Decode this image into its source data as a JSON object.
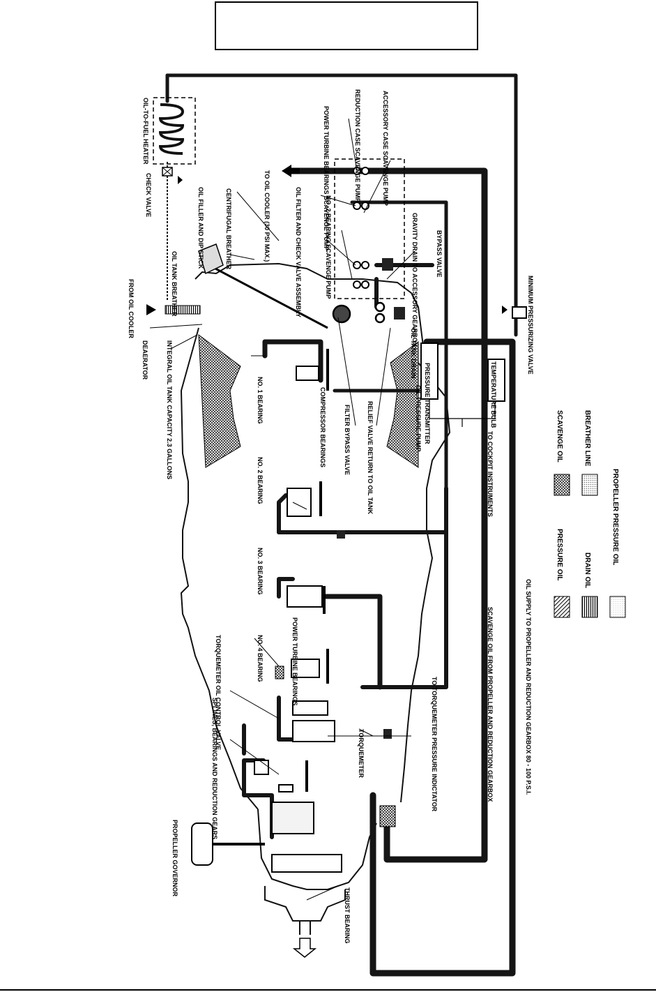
{
  "labels": {
    "oil_to_fuel_heater": "OIL-TO-FUEL HEATER",
    "check_valve": "CHECK VALVE",
    "from_oil_cooler": "FROM OIL COOLER",
    "oil_tank_breather": "OIL TANK BREATHER",
    "oil_filler": "OIL FILLER AND DIP STICK",
    "centrifugal_breather": "CENTRIFUGAL BREATHER",
    "deaerator": "DEAERATOR",
    "integral_oil_tank": "INTEGRAL OIL TANK CAPACITY 2.3 GALLONS",
    "to_oil_cooler": "TO OIL COOLER (30 PSI MAX.)",
    "power_turbine_scavenge": "POWER TURBINE BEARINGS SCAVENGE PUMP",
    "reduction_case_scavenge": "REDUCTION CASE SCAVENGE PUMP",
    "accessory_case_scavenge": "ACCESSORY CASE SCAVENGE PUMP",
    "oil_filter_check": "OIL FILTER AND CHECK VALVE ASSEMBLY",
    "no2_scavenge": "NO. 2 BEARING SCAVENGE PUMP",
    "gravity_drain": "GRAVITY DRAIN TO ACCESSORY GEARBOX",
    "bypass_valve": "BYPASS VALVE",
    "oil_tank_drain": "OIL TANK DRAIN",
    "minimum_pressurizing_valve": "MINIMUM PRESSURIZING VALVE",
    "no1_bearing": "NO. 1 BEARING",
    "compressor_bearings": "COMPRESSOR BEARINGS",
    "filter_bypass_valve": "FILTER BYPASS VALVE",
    "relief_valve_return": "RELIEF VALVE RETURN TO OIL TANK",
    "oil_pressure_pump": "OIL PRESSURE PUMP",
    "pressure_transmitter": "PRESSURE TRANSMITTER",
    "temperature_bulb": "TEMPERATURE BULB",
    "to_cockpit": "TO COCKPIT INSTRUMENTS",
    "no2_bearing": "NO. 2 BEARING",
    "no3_bearing": "NO. 3 BEARING",
    "no4_bearing": "NO. 4 BEARING",
    "power_turbine_bearings": "POWER TURBINE BEARINGS",
    "torquemeter_oil_control": "TORQUEMETER OIL CONTROL VALVE",
    "splines": "SPLINES, BEARINGS AND REDUCTION GEARS",
    "to_torquemeter": "TO TORQUEMETER PRESSURE INDICTATOR",
    "torquemeter": "TORQUEMETER",
    "propeller_governor": "PROPELLER GOVERNOR",
    "thrust_bearing": "THRUST BEARING",
    "scavenge_from_prop": "SCAVENGE OIL FROM PROPELLER AND REDUCTION GEARBOX",
    "oil_supply_to_prop": "OIL SUPPLY TO PROPELLER AND REDUCTION GEARBOX 80 - 100 P.S.I."
  },
  "legend": [
    {
      "key": "pressure",
      "label": "PRESSURE OIL"
    },
    {
      "key": "scavenge",
      "label": "SCAVENGE OIL"
    },
    {
      "key": "drain",
      "label": "DRAIN OIL"
    },
    {
      "key": "breather",
      "label": "BREATHER LINE"
    },
    {
      "key": "propeller",
      "label": "PROPELLER PRESSURE OIL"
    }
  ],
  "colors": {
    "line": "#111111",
    "pressure_fill": "#2a2a2a",
    "scavenge_fill": "#555555",
    "housing_fill": "#4a4a4a",
    "breather_fill": "#bdbdbd",
    "propeller_fill": "#e2e2e2"
  }
}
